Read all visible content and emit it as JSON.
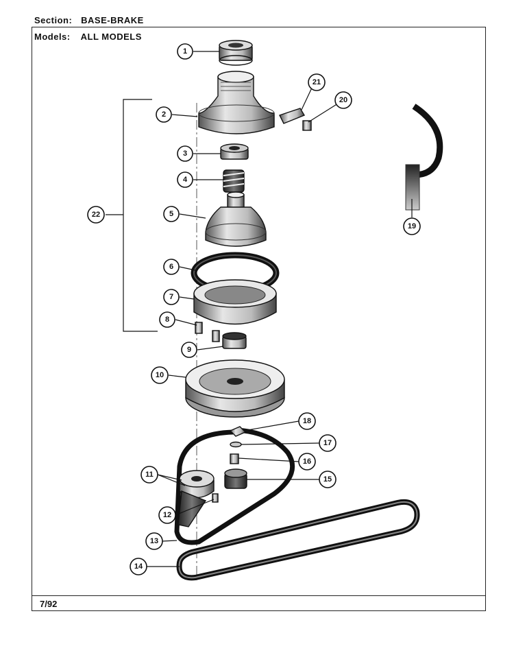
{
  "header": {
    "section_label": "Section:",
    "section_value": "BASE-BRAKE",
    "models_label": "Models:",
    "models_value": "ALL MODELS"
  },
  "footer": {
    "date": "7/92"
  },
  "callouts": [
    "1",
    "2",
    "3",
    "4",
    "5",
    "6",
    "7",
    "8",
    "9",
    "10",
    "11",
    "12",
    "13",
    "14",
    "15",
    "16",
    "17",
    "18",
    "19",
    "20",
    "21",
    "22"
  ]
}
